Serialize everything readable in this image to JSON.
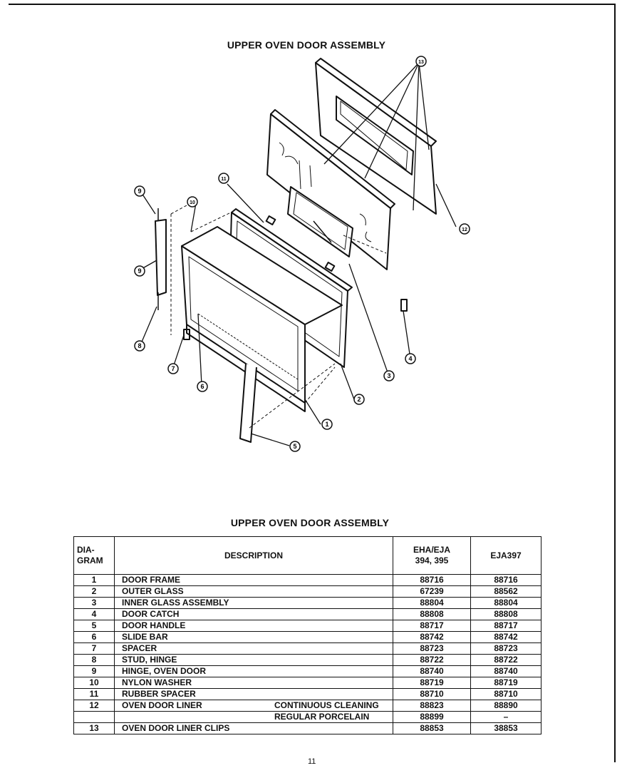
{
  "titles": {
    "diagram_title": "UPPER OVEN DOOR ASSEMBLY",
    "table_title": "UPPER OVEN DOOR ASSEMBLY"
  },
  "callouts": [
    "1",
    "2",
    "3",
    "4",
    "5",
    "6",
    "7",
    "8",
    "9",
    "10",
    "11",
    "12",
    "13"
  ],
  "table": {
    "headers": {
      "diagram_line1": "DIA-",
      "diagram_line2": "GRAM",
      "description": "DESCRIPTION",
      "col_a_line1": "EHA/EJA",
      "col_a_line2": "394, 395",
      "col_b": "EJA397"
    },
    "rows": [
      {
        "num": "1",
        "desc": "DOOR FRAME",
        "sub": "",
        "a": "88716",
        "b": "88716"
      },
      {
        "num": "2",
        "desc": "OUTER GLASS",
        "sub": "",
        "a": "67239",
        "b": "88562"
      },
      {
        "num": "3",
        "desc": "INNER GLASS ASSEMBLY",
        "sub": "",
        "a": "88804",
        "b": "88804"
      },
      {
        "num": "4",
        "desc": "DOOR CATCH",
        "sub": "",
        "a": "88808",
        "b": "88808"
      },
      {
        "num": "5",
        "desc": "DOOR HANDLE",
        "sub": "",
        "a": "88717",
        "b": "88717"
      },
      {
        "num": "6",
        "desc": "SLIDE BAR",
        "sub": "",
        "a": "88742",
        "b": "88742"
      },
      {
        "num": "7",
        "desc": "SPACER",
        "sub": "",
        "a": "88723",
        "b": "88723"
      },
      {
        "num": "8",
        "desc": "STUD, HINGE",
        "sub": "",
        "a": "88722",
        "b": "88722"
      },
      {
        "num": "9",
        "desc": "HINGE, OVEN DOOR",
        "sub": "",
        "a": "88740",
        "b": "88740"
      },
      {
        "num": "10",
        "desc": "NYLON WASHER",
        "sub": "",
        "a": "88719",
        "b": "88719"
      },
      {
        "num": "11",
        "desc": "RUBBER SPACER",
        "sub": "",
        "a": "88710",
        "b": "88710"
      },
      {
        "num": "12",
        "desc": "OVEN DOOR LINER",
        "sub": "CONTINUOUS CLEANING",
        "a": "88823",
        "b": "88890"
      },
      {
        "num": "",
        "desc": "",
        "sub": "REGULAR PORCELAIN",
        "a": "88899",
        "b": "–"
      },
      {
        "num": "13",
        "desc": "OVEN DOOR LINER CLIPS",
        "sub": "",
        "a": "88853",
        "b": "38853"
      }
    ]
  },
  "page_number": "11"
}
